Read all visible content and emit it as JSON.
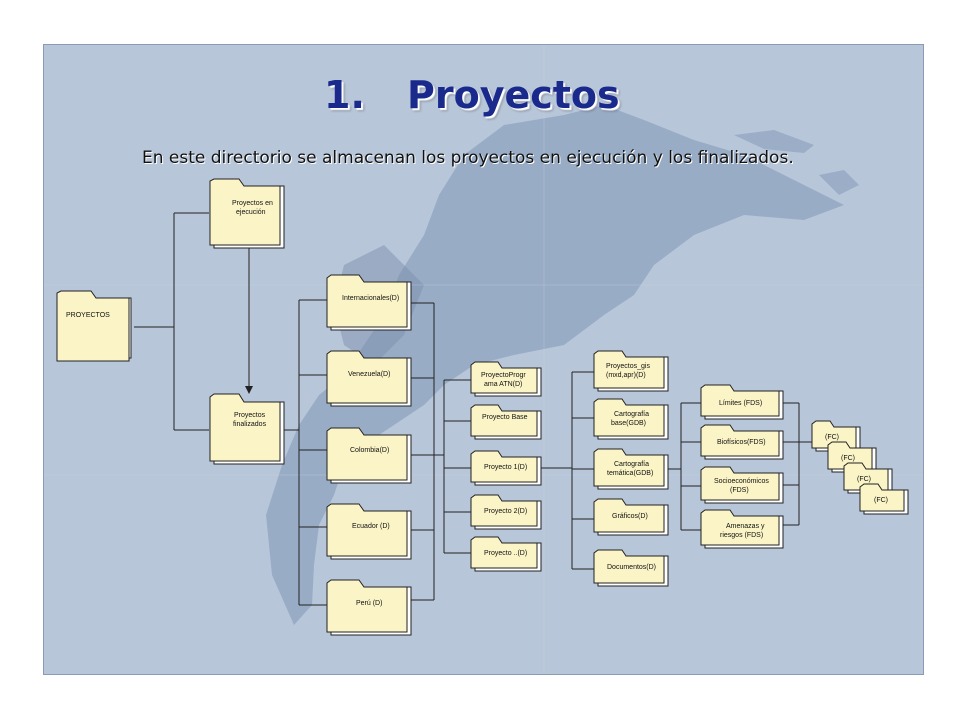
{
  "title": {
    "number": "1.",
    "text": "Proyectos"
  },
  "subtitle": "En este directorio se almacenan los proyectos en ejecución y los finalizados.",
  "folders": {
    "root": [
      "PROYECTOS"
    ],
    "en_ejecucion": [
      "Proyectos en",
      "ejecución"
    ],
    "finalizados": [
      "Proyectos",
      "finalizados"
    ],
    "internacionales": [
      "Internacionales(D)"
    ],
    "venezuela": [
      "Venezuela(D)"
    ],
    "colombia": [
      "Colombia(D)"
    ],
    "ecuador": [
      "Ecuador (D)"
    ],
    "peru": [
      "Perú (D)"
    ],
    "proyecto_prog": [
      "ProyectoProgr",
      "ama ATN(D)"
    ],
    "proyecto_base": [
      "Proyecto Base"
    ],
    "proyecto_1": [
      "Proyecto 1(D)"
    ],
    "proyecto_2": [
      "Proyecto 2(D)"
    ],
    "proyecto_n": [
      "Proyecto ..(D)"
    ],
    "proyectos_gis": [
      "Proyectos_gis",
      "(mxd,apr)(D)"
    ],
    "cartografia_base": [
      "Cartografía",
      "base(GDB)"
    ],
    "cartografia_tematica": [
      "Cartografía",
      "temática(GDB)"
    ],
    "graficos": [
      "Gráficos(D)"
    ],
    "documentos": [
      "Documentos(D)"
    ],
    "limites": [
      "Límites (FDS)"
    ],
    "bioficos": [
      "Biofísicos(FDS)"
    ],
    "socioeconomicos": [
      "Socioeconómicos",
      "(FDS)"
    ],
    "amenazas": [
      "Amenazas y",
      "riesgos (FDS)"
    ],
    "fc1": [
      "(FC)"
    ],
    "fc2": [
      "(FC)"
    ],
    "fc3": [
      "(FC)"
    ],
    "fc4": [
      "(FC)"
    ]
  },
  "colors": {
    "title": "#1a2a8c",
    "folder_fill": "#fbf4c6",
    "folder_border": "#222222",
    "background": "#b8c6d9",
    "land": "#8fa3bf"
  }
}
